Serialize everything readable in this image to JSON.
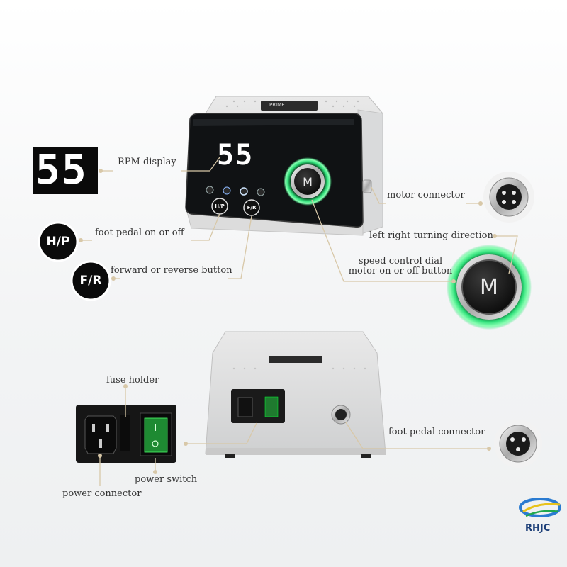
{
  "display": {
    "rpm_value": "55"
  },
  "buttons": {
    "hp": "H/P",
    "fr": "F/R",
    "motor": "M"
  },
  "labels": {
    "rpm_display": "RPM display",
    "foot_pedal": "foot pedal on or off",
    "forward_reverse": "forward or reverse button",
    "motor_connector": "motor connector",
    "turning_direction": "left right turning direction",
    "speed_dial_line1": "speed control dial",
    "speed_dial_line2": "motor on or off button",
    "fuse_holder": "fuse holder",
    "power_connector": "power connector",
    "power_switch": "power switch",
    "foot_pedal_connector": "foot pedal connector"
  },
  "device_label": "PRIME",
  "brand": {
    "name": "RHJC"
  },
  "colors": {
    "accent_green": "#2fe07a",
    "panel_black": "#101214",
    "leader_line": "#d8c8a8"
  }
}
